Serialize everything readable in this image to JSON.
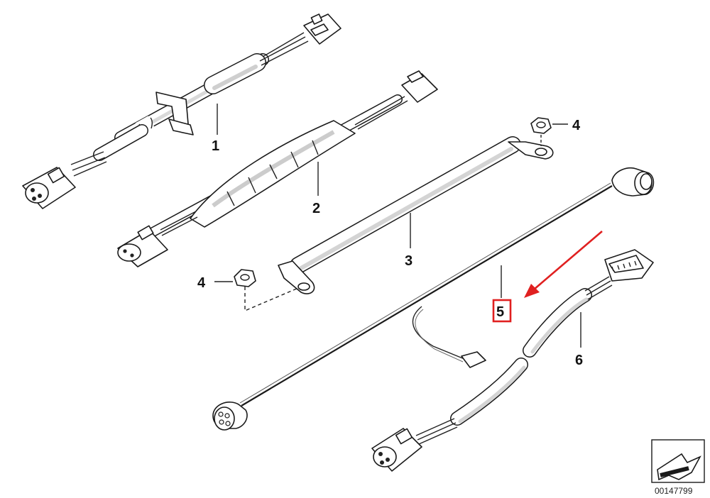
{
  "callouts": {
    "part_1": "1",
    "part_2": "2",
    "part_3": "3",
    "part_4_top": "4",
    "part_4_left": "4",
    "part_5": "5",
    "part_6": "6"
  },
  "document_number": "00147799",
  "colors": {
    "highlight": "#e02020",
    "line": "#1a1a1a"
  }
}
